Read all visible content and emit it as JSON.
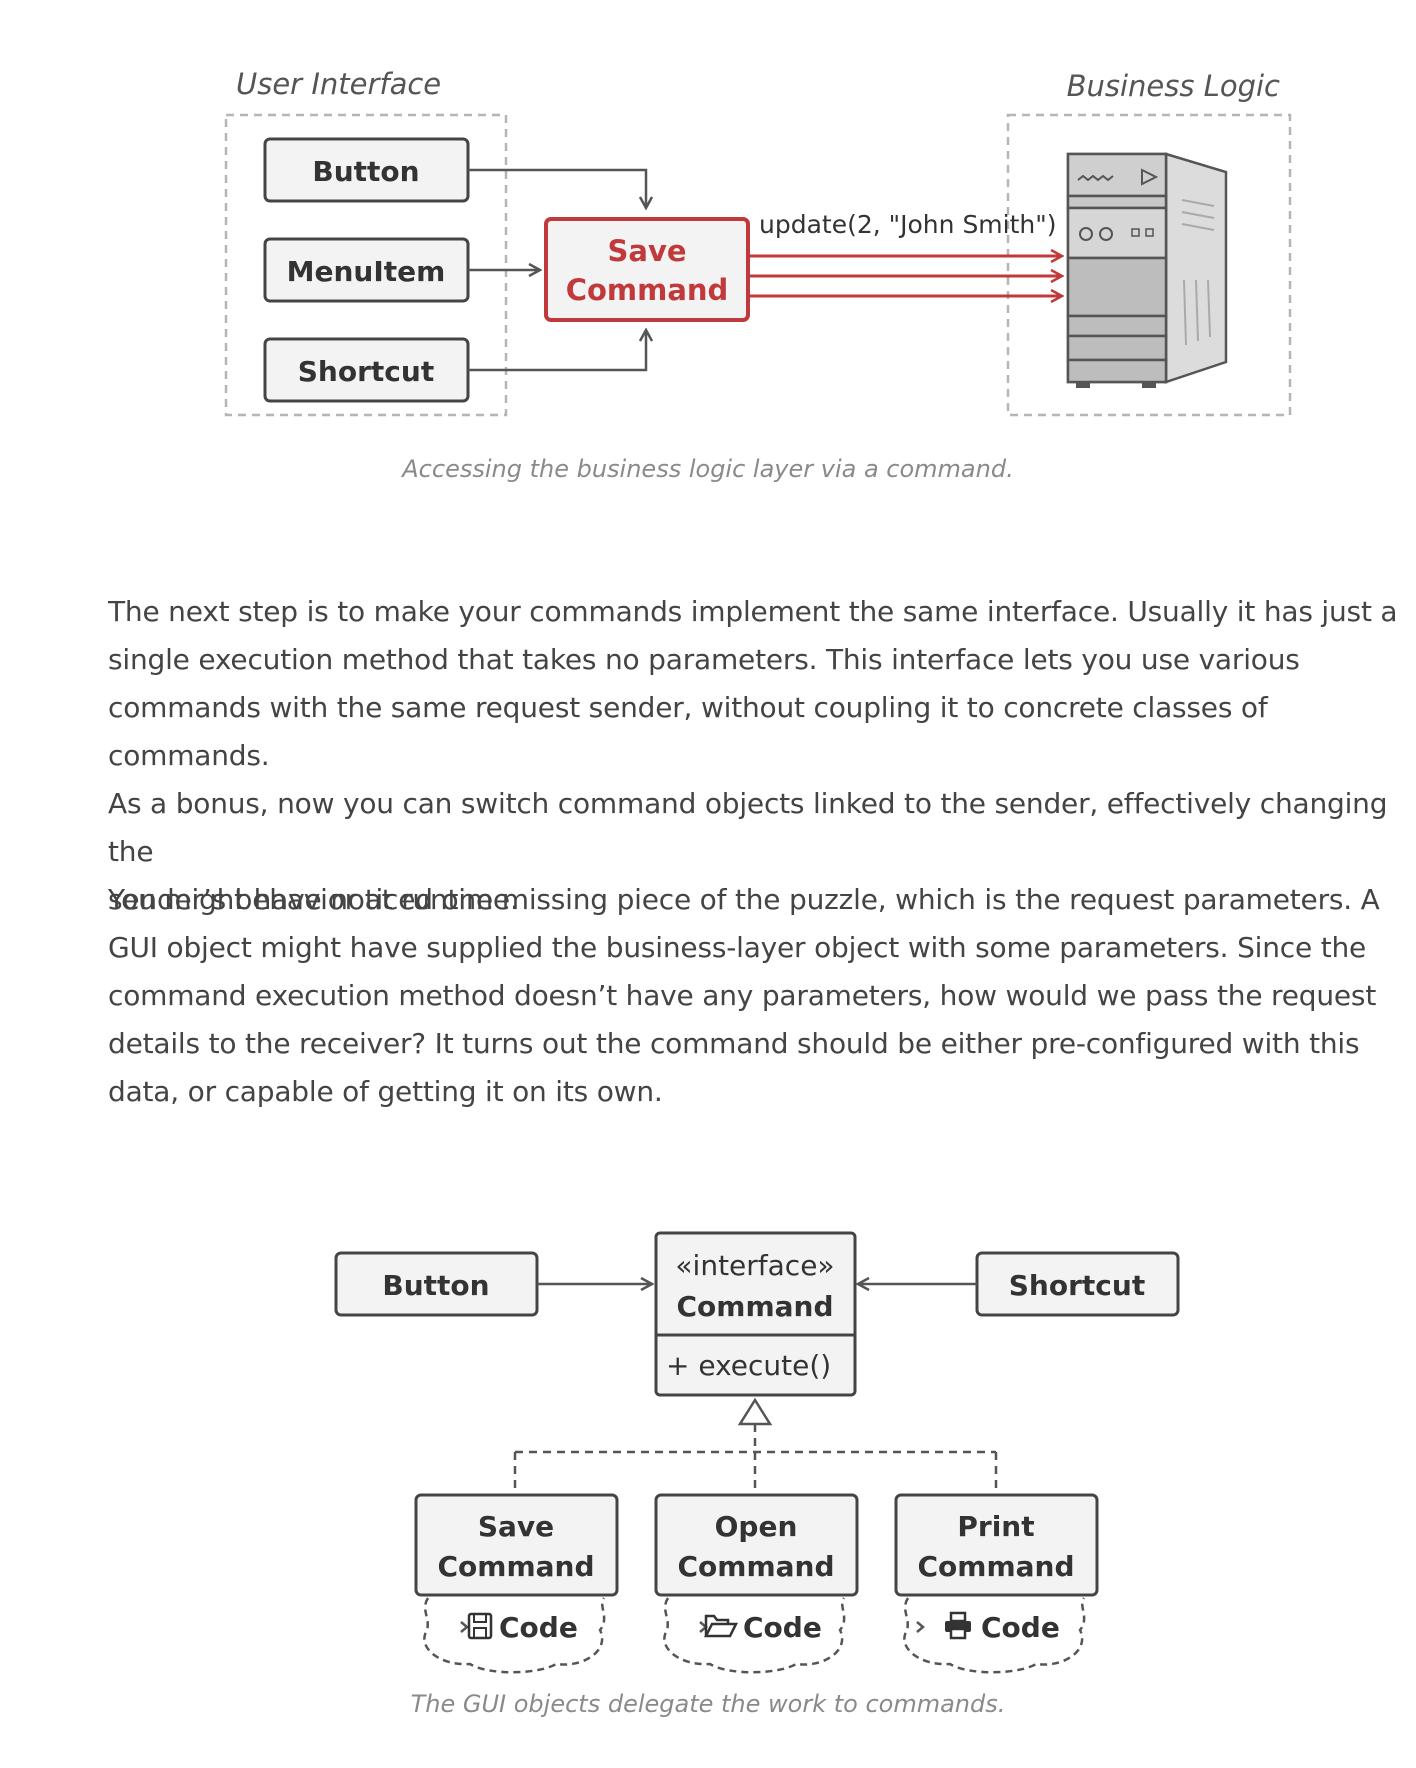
{
  "figure1": {
    "ui_label": "User Interface",
    "business_label": "Business Logic",
    "buttons": [
      "Button",
      "MenuItem",
      "Shortcut"
    ],
    "command_line1": "Save",
    "command_line2": "Command",
    "call_label": "update(2, \"John Smith\")",
    "caption": "Accessing the business logic layer via a command.",
    "accent_color": "#c0393b"
  },
  "paragraphs": [
    [
      "The next step is to make your commands implement the same interface. Usually it has just a",
      "single execution method that takes no parameters. This interface lets you use various",
      "commands with the same request sender, without coupling it to concrete classes of commands.",
      "As a bonus, now you can switch command objects linked to the sender, effectively changing the",
      "sender’s behavior at runtime."
    ],
    [
      "You might have noticed one missing piece of the puzzle, which is the request parameters. A",
      "GUI object might have supplied the business-layer object with some parameters. Since the",
      "command execution method doesn’t have any parameters, how would we pass the request",
      "details to the receiver? It turns out the command should be either pre-configured with this",
      "data, or capable of getting it on its own."
    ]
  ],
  "figure2": {
    "button": "Button",
    "shortcut": "Shortcut",
    "interface_stereotype": "«interface»",
    "interface_name": "Command",
    "interface_method": "+ execute()",
    "commands": [
      {
        "line1": "Save",
        "line2": "Command",
        "code": "Code",
        "icon": "floppy-disk-icon"
      },
      {
        "line1": "Open",
        "line2": "Command",
        "code": "Code",
        "icon": "folder-open-icon"
      },
      {
        "line1": "Print",
        "line2": "Command",
        "code": "Code",
        "icon": "printer-icon"
      }
    ],
    "caption": "The GUI objects delegate the work to commands."
  }
}
